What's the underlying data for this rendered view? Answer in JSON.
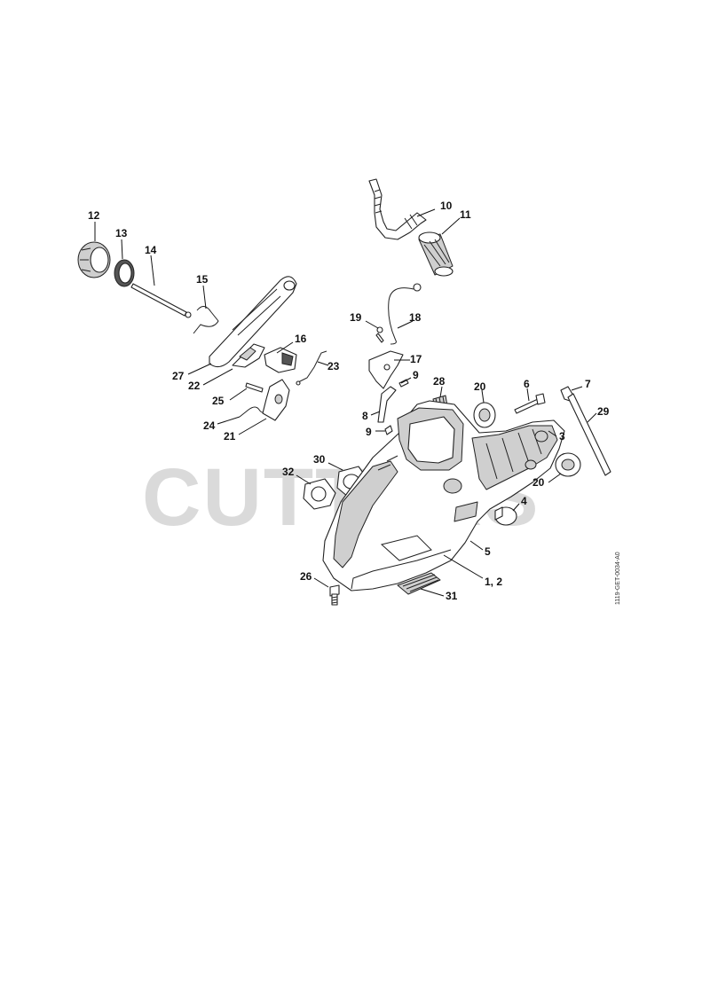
{
  "watermark": "CUTTERS",
  "drawing_code": "1119-GET-0034-A0",
  "callouts": {
    "c1_2": "1, 2",
    "c3": "3",
    "c4": "4",
    "c5": "5",
    "c6": "6",
    "c7": "7",
    "c8": "8",
    "c9a": "9",
    "c9b": "9",
    "c10": "10",
    "c11": "11",
    "c12": "12",
    "c13": "13",
    "c14": "14",
    "c15": "15",
    "c16": "16",
    "c17": "17",
    "c18": "18",
    "c19": "19",
    "c20a": "20",
    "c20b": "20",
    "c21": "21",
    "c22": "22",
    "c23": "23",
    "c24": "24",
    "c25": "25",
    "c26": "26",
    "c27": "27",
    "c28": "28",
    "c29": "29",
    "c30": "30",
    "c31": "31",
    "c32": "32"
  }
}
